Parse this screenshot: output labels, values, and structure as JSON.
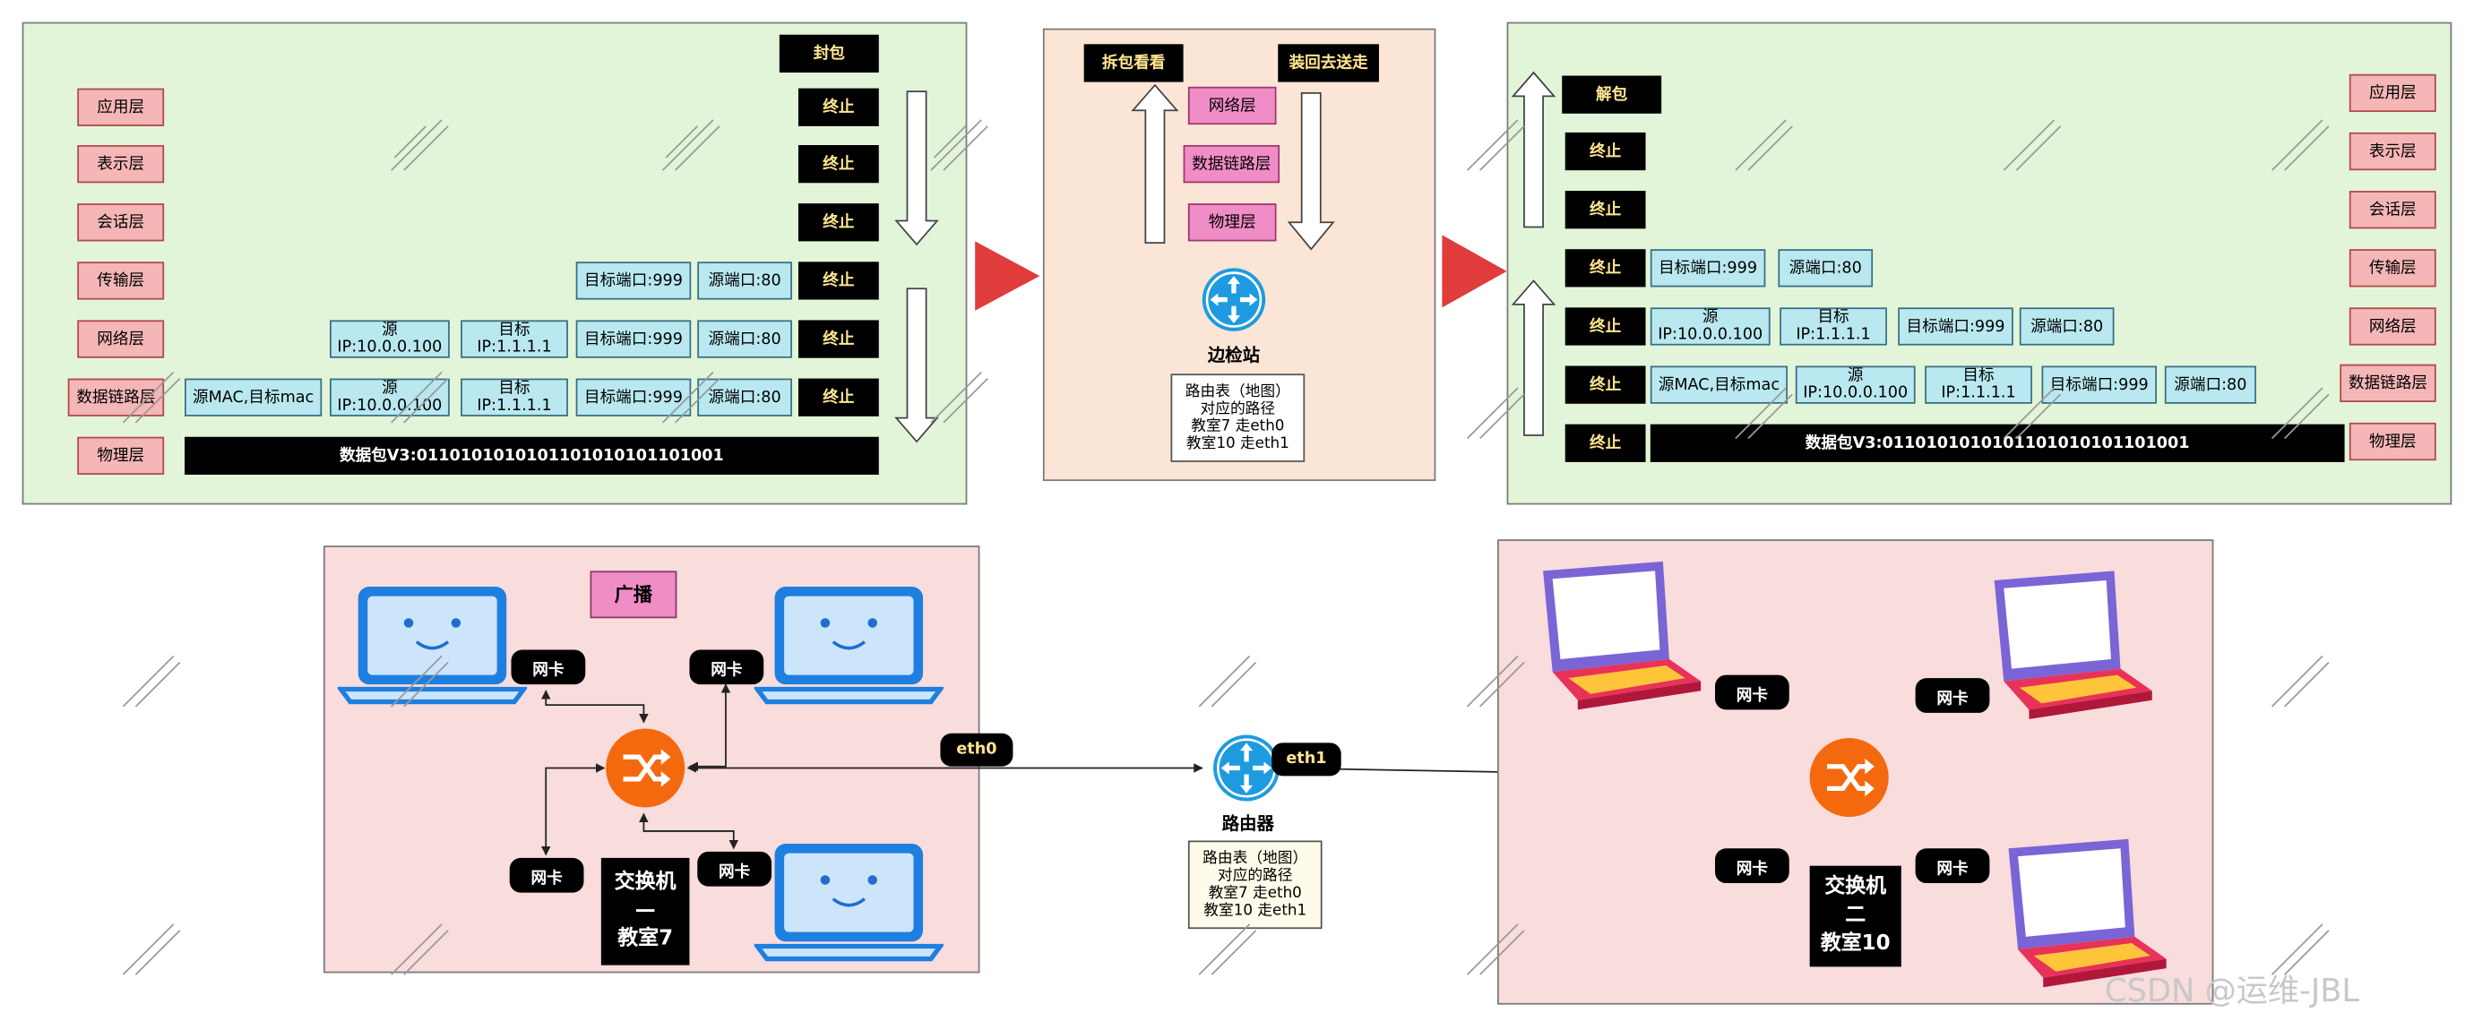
{
  "osi_layers": [
    "应用层",
    "表示层",
    "会话层",
    "传输层",
    "网络层",
    "数据链路层",
    "物理层"
  ],
  "left_panel": {
    "action_label": "封包",
    "stop_label": "终止",
    "transport_row": [
      "目标端口:999",
      "源端口:80"
    ],
    "network_row": [
      "源\nIP:10.0.0.100",
      "目标\nIP:1.1.1.1",
      "目标端口:999",
      "源端口:80"
    ],
    "datalink_row": [
      "源MAC,目标mac",
      "源\nIP:10.0.0.100",
      "目标\nIP:1.1.1.1",
      "目标端口:999",
      "源端口:80"
    ],
    "physical_packet": "数据包V3:0110101010101101010101101001"
  },
  "middle_panel": {
    "unpack_label": "拆包看看",
    "repack_label": "装回去送走",
    "layers": [
      "网络层",
      "数据链路层",
      "物理层"
    ],
    "device_label": "边检站",
    "route_table": [
      "路由表（地图）",
      "对应的路径",
      "教室7  走eth0",
      "教室10  走eth1"
    ]
  },
  "right_panel": {
    "action_label": "解包",
    "stop_label": "终止",
    "transport_row": [
      "目标端口:999",
      "源端口:80"
    ],
    "network_row": [
      "源\nIP:10.0.0.100",
      "目标\nIP:1.1.1.1",
      "目标端口:999",
      "源端口:80"
    ],
    "datalink_row": [
      "源MAC,目标mac",
      "源\nIP:10.0.0.100",
      "目标\nIP:1.1.1.1",
      "目标端口:999",
      "源端口:80"
    ],
    "physical_packet": "数据包V3:0110101010101101010101101001"
  },
  "network": {
    "broadcast_label": "广播",
    "nic_label": "网卡",
    "switch7_label": "交换机\n—\n教室7",
    "switch10_label": "交换机\n二\n教室10",
    "eth0_label": "eth0",
    "eth1_label": "eth1",
    "router_label": "路由器",
    "route_table": [
      "路由表（地图）",
      "对应的路径",
      "教室7  走eth0",
      "教室10  走eth1"
    ]
  },
  "watermark": "CSDN @运维-JBL",
  "colors": {
    "green_panel": "#e2f5d9",
    "peach_panel": "#fbe5d6",
    "pink_panel": "#f9dcdc",
    "layer_box": "#f4b6b6",
    "cyan_box": "#b9e8f0",
    "switch_orange": "#f5690e",
    "router_blue": "#1e9be0",
    "flow_triangle": "#e03c3c"
  }
}
